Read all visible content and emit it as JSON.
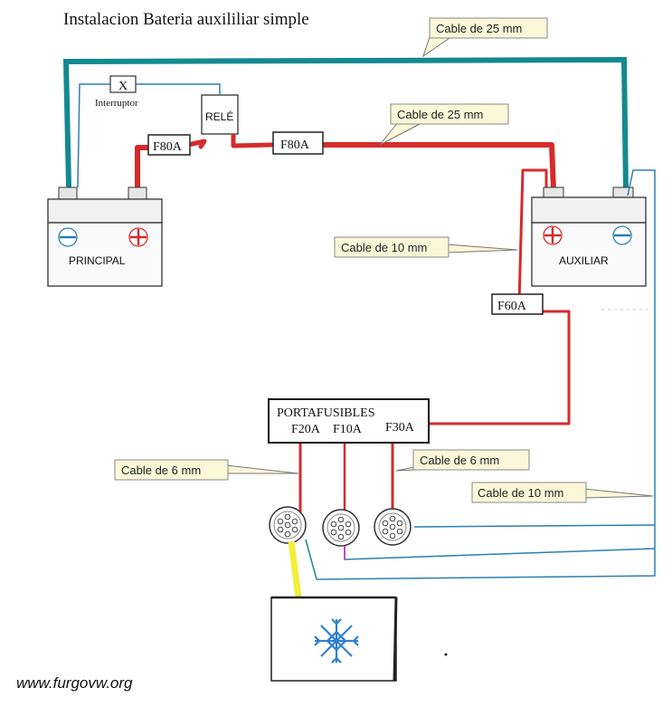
{
  "title": "Instalacion Bateria auxililiar simple",
  "labels": {
    "switch_mark": "X",
    "switch_label": "Interruptor",
    "relay": "RELÉ",
    "fuse_main": "F80A",
    "fuse_relay_out": "F80A",
    "fuse_aux": "F60A",
    "fusebox_title": "PORTAFUSIBLES",
    "fuse_20": "F20A",
    "fuse_10": "F10A",
    "fuse_30": "F30A",
    "battery_main": "PRINCIPAL",
    "battery_aux": "AUXILIAR",
    "callout_cable25_top": "Cable de 25 mm",
    "callout_cable25_mid": "Cable de 25 mm",
    "callout_cable10_left": "Cable de 10 mm",
    "callout_cable6_left": "Cable de  6  mm",
    "callout_cable6_right": "Cable de  6  mm",
    "callout_cable10_right": "Cable de 10 mm",
    "footer": "www.furgovw.org"
  },
  "colors": {
    "positive": "#d62b2b",
    "negative_wire": "#138a8f",
    "thin_wire": "#2b7fb0",
    "callout_bg": "#fbf7d8",
    "fridge_wire": "#f2ee3a",
    "snowflake": "#2f7fd0"
  },
  "icons": [
    "minus-terminal-icon",
    "plus-terminal-icon",
    "socket-icon",
    "snowflake-icon"
  ]
}
